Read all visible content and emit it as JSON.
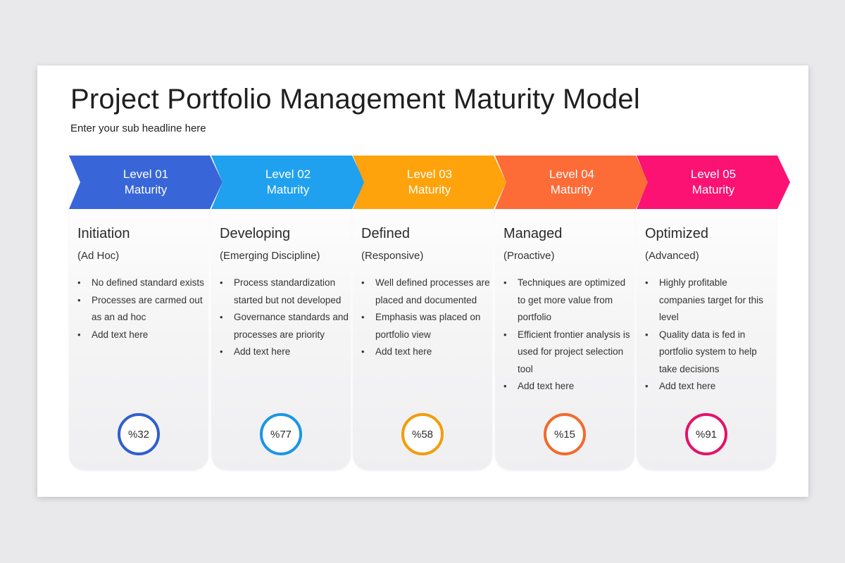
{
  "title": "Project Portfolio Management Maturity Model",
  "subtitle": "Enter your sub headline here",
  "levels": [
    {
      "level": "Level 01",
      "maturity": "Maturity",
      "name": "Initiation",
      "type": "(Ad Hoc)",
      "bullets": [
        "No defined standard exists",
        "Processes  are carmed out as an ad hoc",
        "Add text here"
      ],
      "percent_label": "%32",
      "percent": 32,
      "color": "#3866d8",
      "ring_color": "#2f5fcf"
    },
    {
      "level": "Level 02",
      "maturity": "Maturity",
      "name": "Developing",
      "type": "(Emerging Discipline)",
      "bullets": [
        "Process standardization started but not developed",
        "Governance standards and processes  are priority",
        "Add text here"
      ],
      "percent_label": "%77",
      "percent": 77,
      "color": "#1fa1f0",
      "ring_color": "#1a96e6"
    },
    {
      "level": "Level 03",
      "maturity": "Maturity",
      "name": "Defined",
      "type": "(Responsive)",
      "bullets": [
        "Well defined processes are placed and documented",
        "Emphasis was placed on portfolio view",
        "Add text here"
      ],
      "percent_label": "%58",
      "percent": 58,
      "color": "#fea30c",
      "ring_color": "#f39c0c"
    },
    {
      "level": "Level 04",
      "maturity": "Maturity",
      "name": "Managed",
      "type": "(Proactive)",
      "bullets": [
        "Techniques are optimized to get more value from portfolio",
        "Efficient frontier analysis is used for project selection tool",
        "Add text here"
      ],
      "percent_label": "%15",
      "percent": 15,
      "color": "#fd6b37",
      "ring_color": "#f26a2c"
    },
    {
      "level": "Level 05",
      "maturity": "Maturity",
      "name": "Optimized",
      "type": "(Advanced)",
      "bullets": [
        "Highly profitable companies target for this level",
        "Quality data is fed in portfolio system  to help take decisions",
        "Add text here"
      ],
      "percent_label": "%91",
      "percent": 91,
      "color": "#fb1273",
      "ring_color": "#e41368"
    }
  ]
}
